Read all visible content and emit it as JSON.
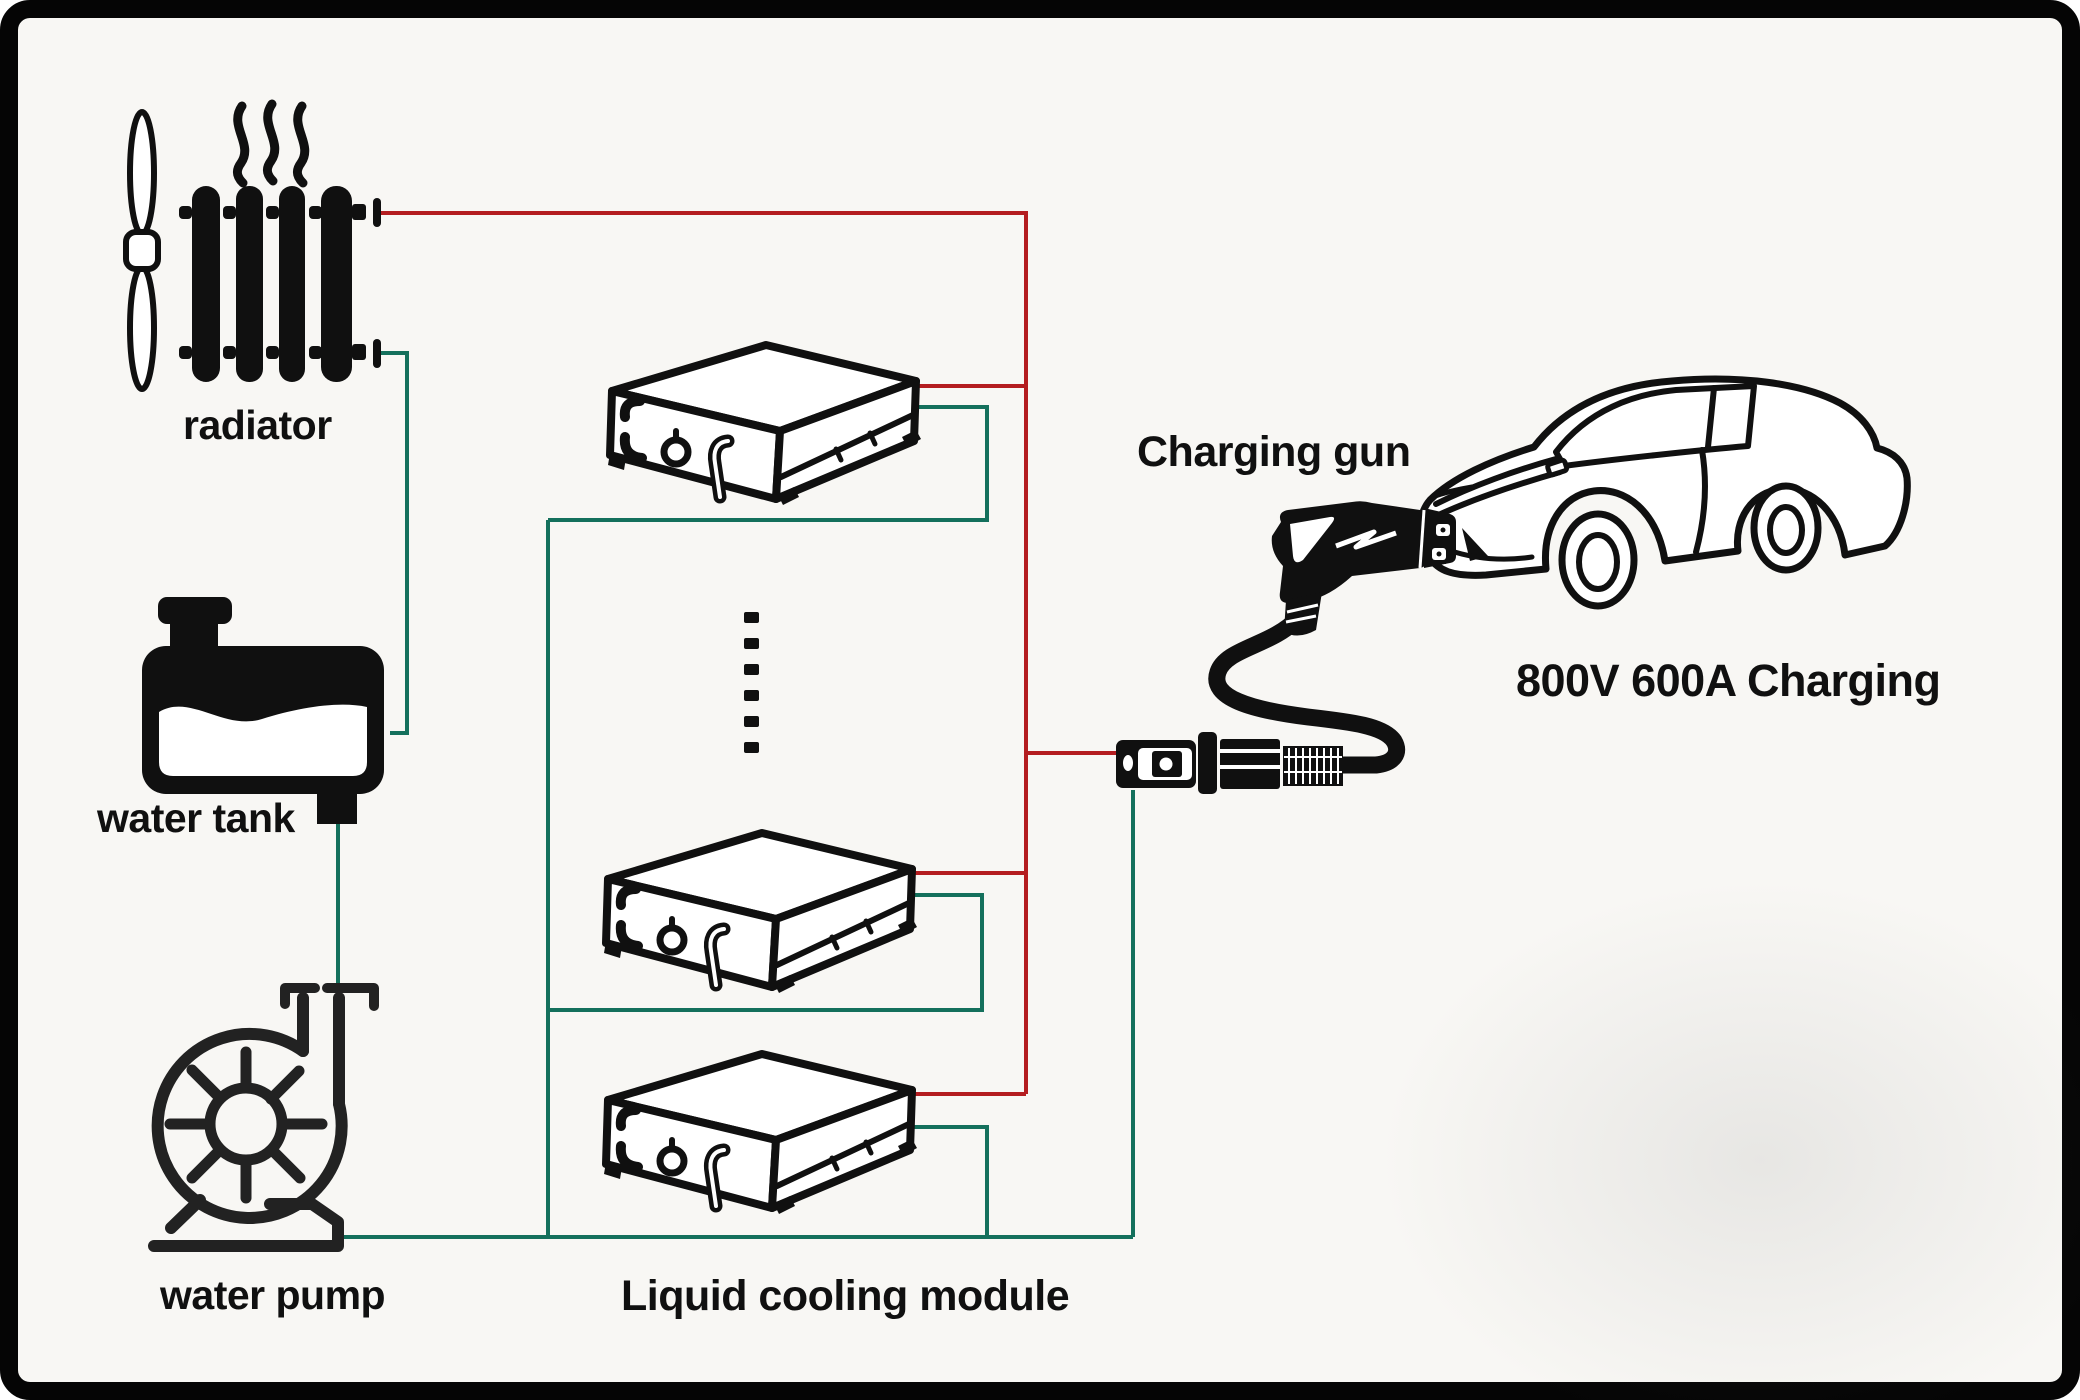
{
  "colors": {
    "hot_line": "#b41d20",
    "cool_line": "#14705c",
    "ink": "#101010",
    "frame": "#050505",
    "background": "#f8f7f4"
  },
  "labels": {
    "radiator": "radiator",
    "water_tank": "water tank",
    "water_pump": "water pump",
    "cooling_module": "Liquid cooling module",
    "charging_gun": "Charging gun",
    "charging_spec": "800V 600A Charging"
  },
  "icons": {
    "fan": "fan-icon",
    "heat_waves": "heat-waves-icon",
    "radiator_core": "radiator-core-icon",
    "water_tank": "water-tank-icon",
    "water_pump": "water-pump-icon",
    "cooling_module": "cooling-module-box-icon",
    "module_ellipsis": "ellipsis-dots-icon",
    "charging_gun": "charging-gun-icon",
    "charging_cable": "charging-cable-icon",
    "cable_connector": "cable-connector-icon",
    "car": "car-outline-icon"
  }
}
